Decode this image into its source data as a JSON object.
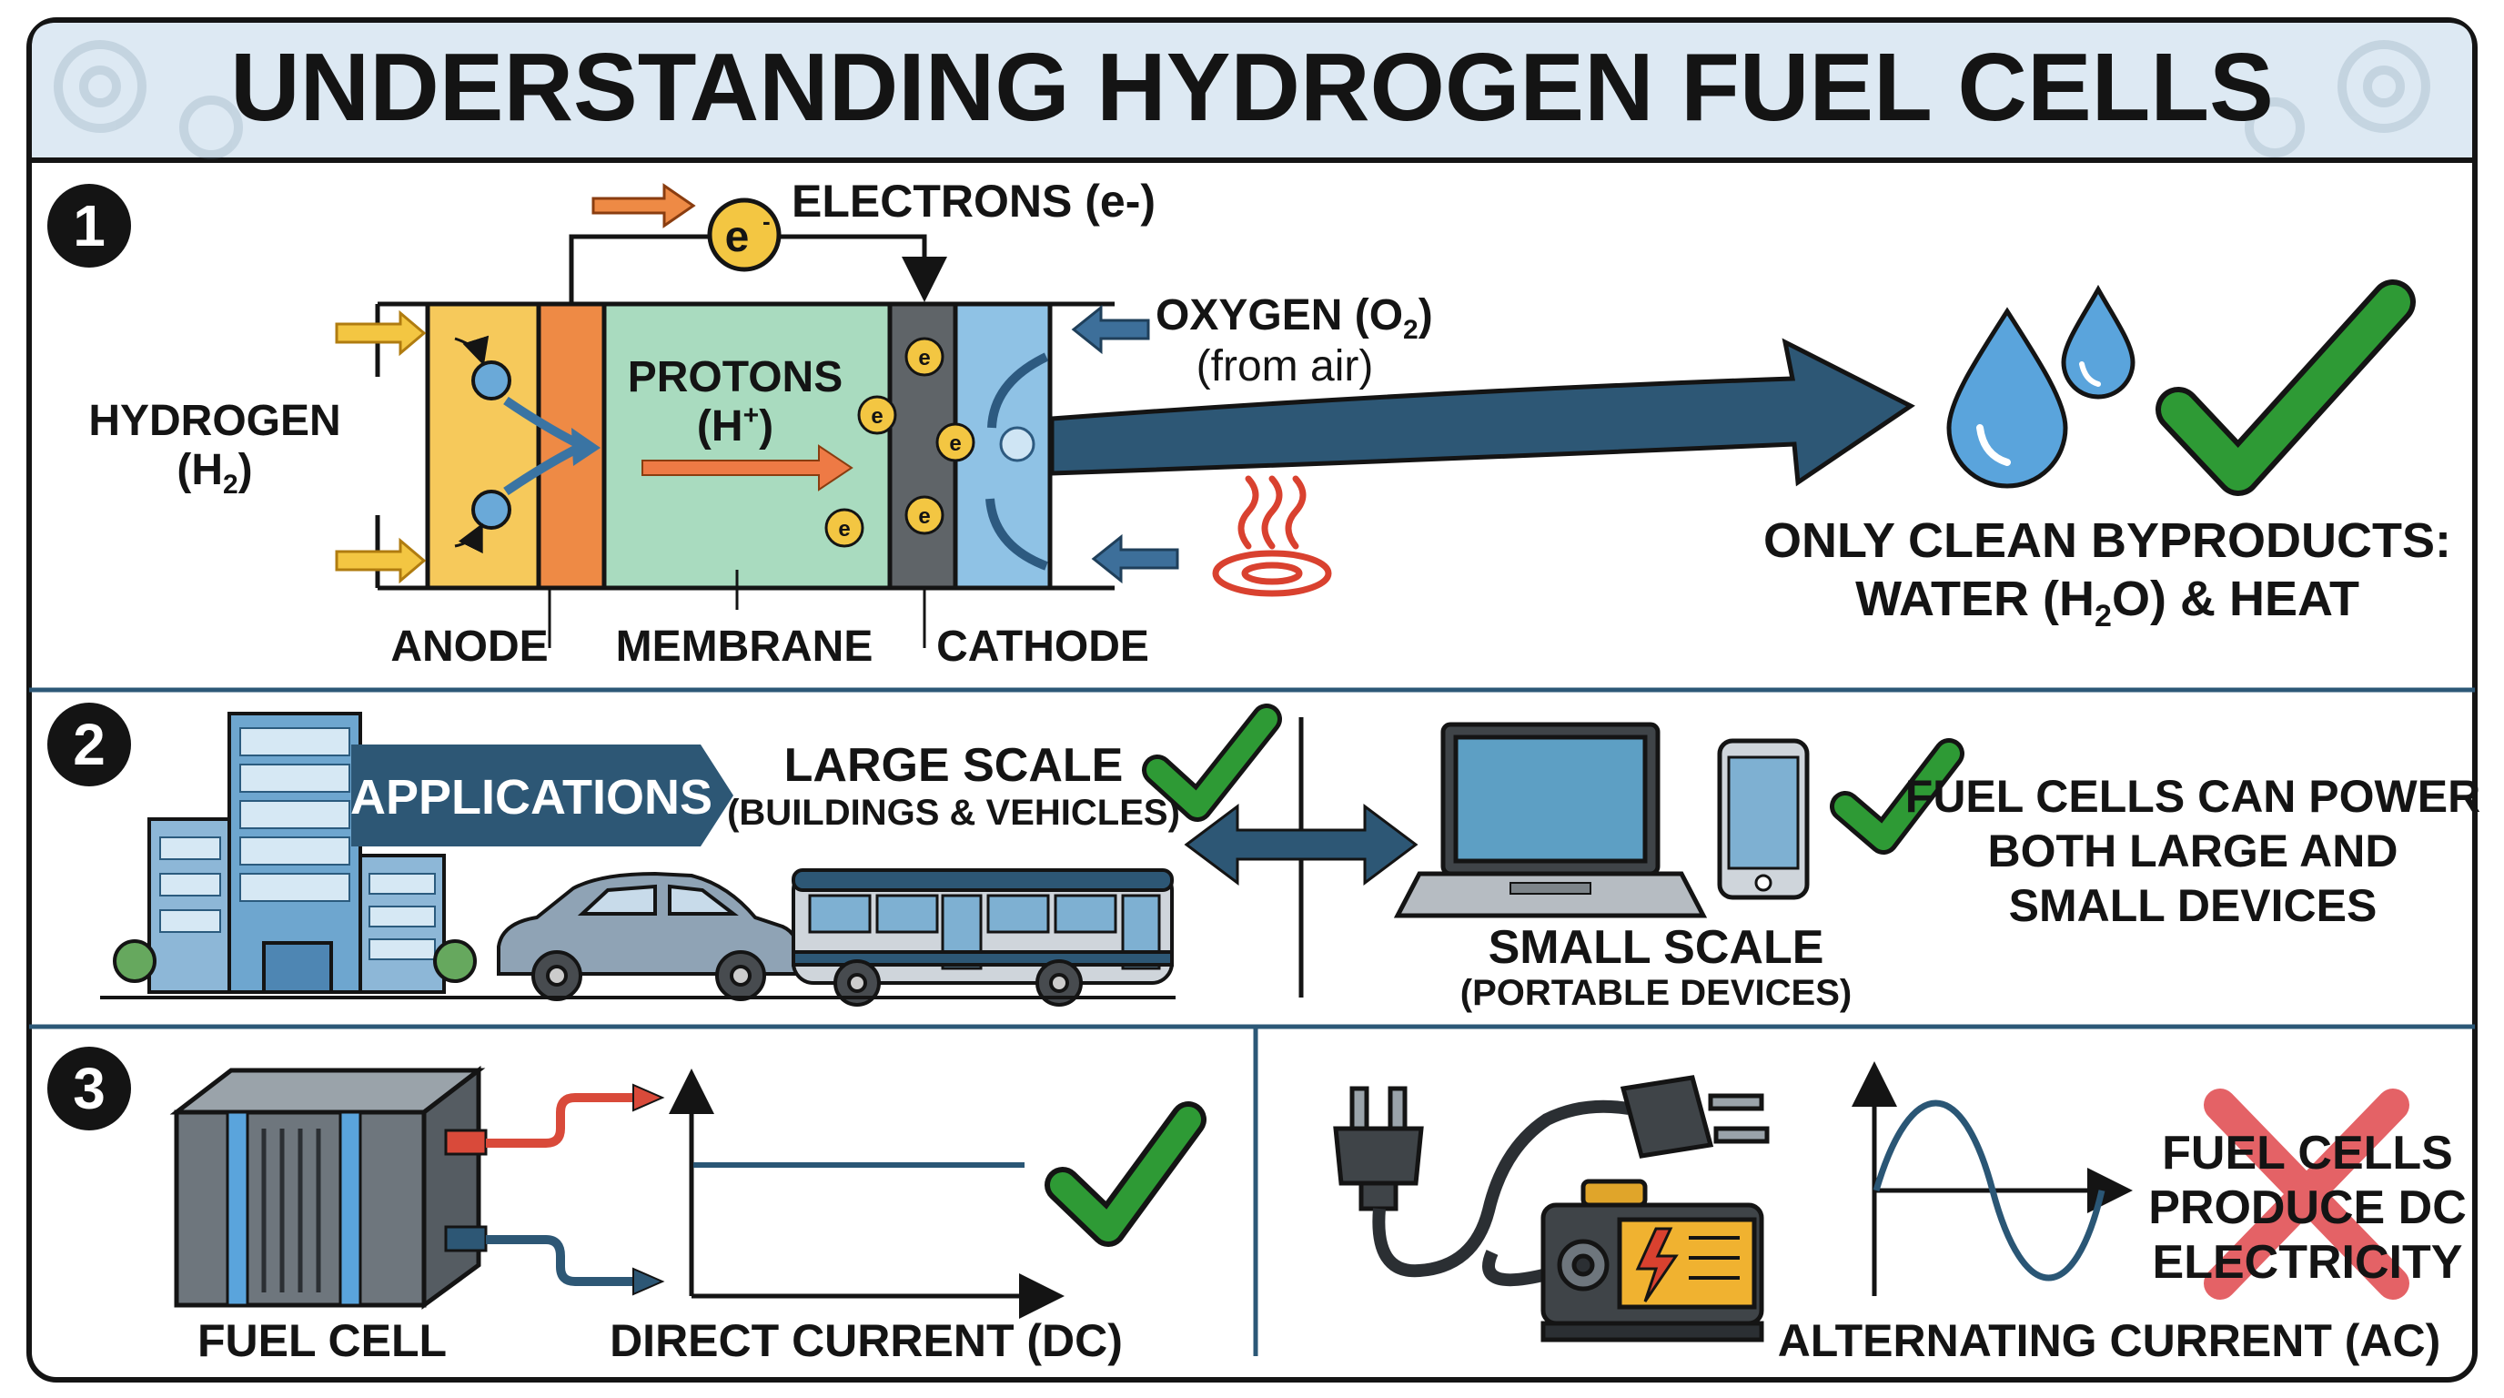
{
  "title": "UNDERSTANDING HYDROGEN FUEL CELLS",
  "section1": {
    "number": "1",
    "electrons_label": "ELECTRONS (e-)",
    "electron_symbol": "e",
    "electron_sup": "-",
    "hydrogen_line1": "HYDROGEN",
    "hydrogen_line2_pre": "(H",
    "hydrogen_line2_sub": "2",
    "hydrogen_line2_post": ")",
    "protons_line1": "PROTONS",
    "protons_line2_pre": "(H",
    "protons_line2_sup": "+",
    "protons_line2_post": ")",
    "oxygen_pre": "OXYGEN (O",
    "oxygen_sub": "2",
    "oxygen_post": ")",
    "oxygen_note": "(from air)",
    "anode": "ANODE",
    "membrane": "MEMBRANE",
    "cathode": "CATHODE",
    "byproducts_line1": "ONLY CLEAN BYPRODUCTS:",
    "byproducts_line2_pre": "WATER (H",
    "byproducts_line2_sub": "2",
    "byproducts_line2_post": "O) & HEAT",
    "colors": {
      "anode": "#f6c95b",
      "anode_electrode": "#ee8a45",
      "membrane": "#a9dbbf",
      "cathode_electrode": "#5f6468",
      "cathode": "#8fc2e5",
      "flow_arrow": "#2d5775",
      "check": "#2e9a35"
    }
  },
  "section2": {
    "number": "2",
    "applications_label": "APPLICATIONS",
    "large_scale": "LARGE SCALE",
    "large_scale_note": "(BUILDINGS & VEHICLES)",
    "small_scale": "SMALL SCALE",
    "small_scale_note": "(PORTABLE DEVICES)",
    "summary_line1": "FUEL CELLS CAN POWER",
    "summary_line2": "BOTH LARGE AND",
    "summary_line3": "SMALL DEVICES"
  },
  "section3": {
    "number": "3",
    "fuel_cell_label": "FUEL CELL",
    "dc_label": "DIRECT CURRENT (DC)",
    "ac_label": "ALTERNATING CURRENT (AC)",
    "note_line1": "FUEL CELLS",
    "note_line2": "PRODUCE DC",
    "note_line3": "ELECTRICITY",
    "colors": {
      "cross": "#e0474c",
      "wave": "#2a5675"
    }
  }
}
